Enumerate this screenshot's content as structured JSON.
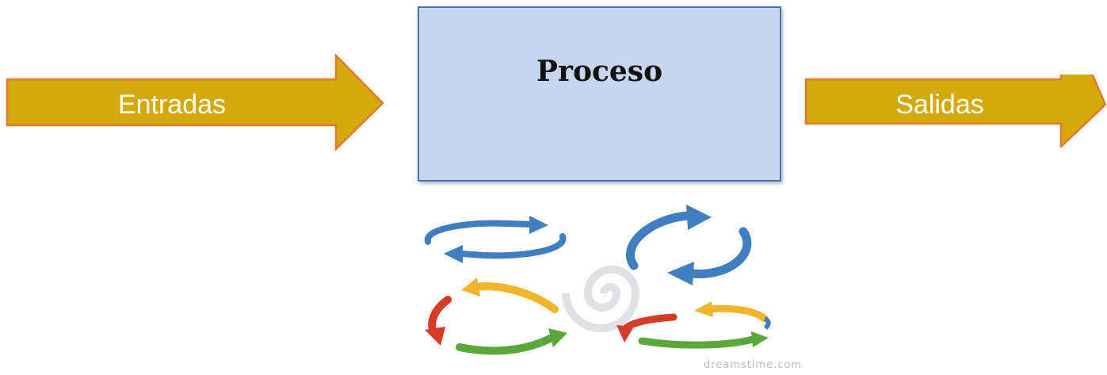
{
  "diagram": {
    "input_arrow": {
      "label": "Entradas"
    },
    "process_box": {
      "label": "Proceso"
    },
    "output_arrow": {
      "label": "Salidas"
    },
    "cycle_image": {
      "watermark": "dreamstime.com"
    }
  },
  "colors": {
    "arrow_fill": "#d4a90c",
    "arrow_border": "#e4782c",
    "process_fill": "#c6d6ee",
    "process_border": "#4a73b5",
    "cycle_blue": "#3f7fc1",
    "cycle_yellow": "#f0b52c",
    "cycle_green": "#5aa83a",
    "cycle_red": "#d63b26"
  }
}
